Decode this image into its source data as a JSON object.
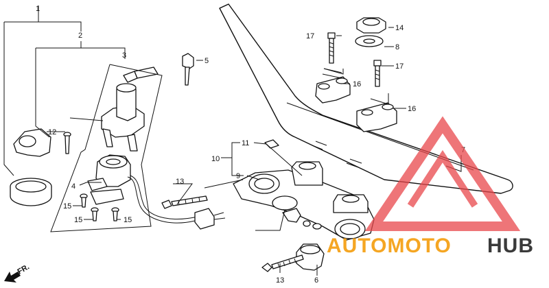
{
  "callouts": [
    {
      "id": "c1",
      "label": "1"
    },
    {
      "id": "c2",
      "label": "2"
    },
    {
      "id": "c3",
      "label": "3"
    },
    {
      "id": "c4",
      "label": "4"
    },
    {
      "id": "c5",
      "label": "5"
    },
    {
      "id": "c6",
      "label": "6"
    },
    {
      "id": "c7",
      "label": "7"
    },
    {
      "id": "c8",
      "label": "8"
    },
    {
      "id": "c9",
      "label": "9"
    },
    {
      "id": "c10",
      "label": "10"
    },
    {
      "id": "c11",
      "label": "11"
    },
    {
      "id": "c12",
      "label": "12"
    },
    {
      "id": "c13a",
      "label": "13"
    },
    {
      "id": "c13b",
      "label": "13"
    },
    {
      "id": "c14",
      "label": "14"
    },
    {
      "id": "c15a",
      "label": "15"
    },
    {
      "id": "c15b",
      "label": "15"
    },
    {
      "id": "c15c",
      "label": "15"
    },
    {
      "id": "c16a",
      "label": "16"
    },
    {
      "id": "c16b",
      "label": "16"
    },
    {
      "id": "c17a",
      "label": "17"
    },
    {
      "id": "c17b",
      "label": "17"
    }
  ],
  "direction_marker": "FR.",
  "watermark": {
    "text_left": "AUTOMOTO",
    "text_right": "HUB",
    "color_accent": "#f5a623",
    "color_dark": "#3a3a3a",
    "color_logo": "#e8474b"
  }
}
